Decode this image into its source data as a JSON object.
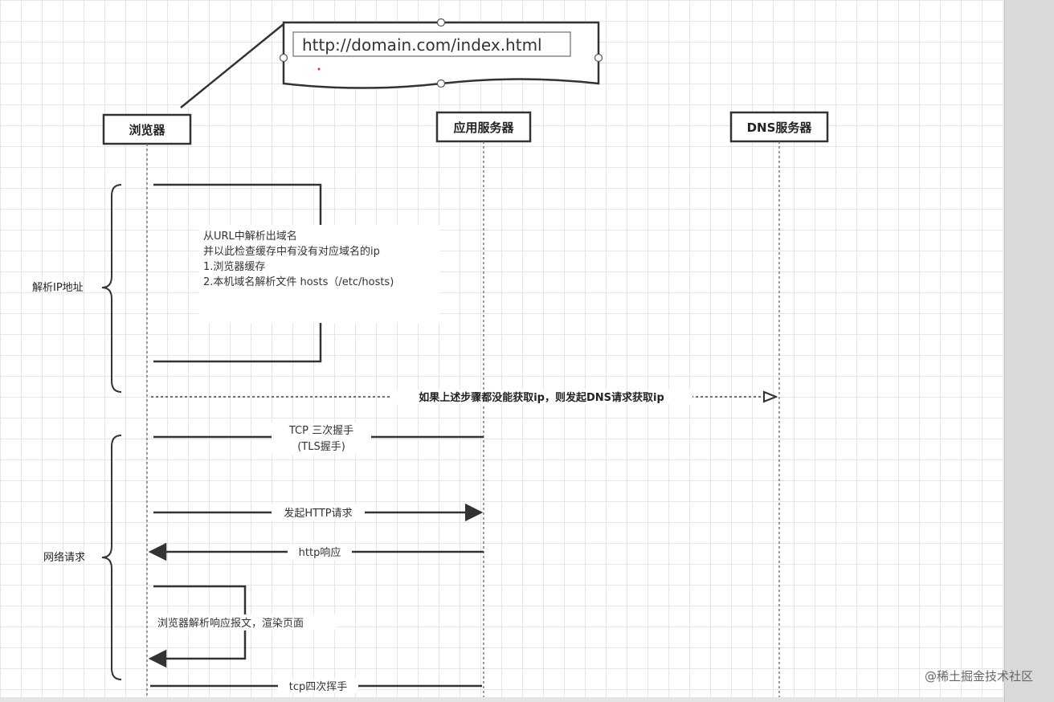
{
  "url_callout": {
    "text": "http://domain.com/index.html"
  },
  "participants": {
    "browser": "浏览器",
    "app_server": "应用服务器",
    "dns_server": "DNS服务器"
  },
  "phases": {
    "resolve_ip": "解析IP地址",
    "network_request": "网络请求"
  },
  "notes": {
    "parse_lines": [
      "从URL中解析出域名",
      "并以此检查缓存中有没有对应域名的ip",
      "1.浏览器缓存",
      "2.本机域名解析文件 hosts（/etc/hosts)"
    ],
    "render": "浏览器解析响应报文，渲染页面"
  },
  "messages": {
    "dns_request": "如果上述步骤都没能获取ip，则发起DNS请求获取ip",
    "tcp_handshake": "TCP 三次握手",
    "tls_handshake": "(TLS握手)",
    "http_request": "发起HTTP请求",
    "http_response": "http响应",
    "tcp_close": "tcp四次挥手"
  },
  "watermark": "@稀土掘金技术社区"
}
